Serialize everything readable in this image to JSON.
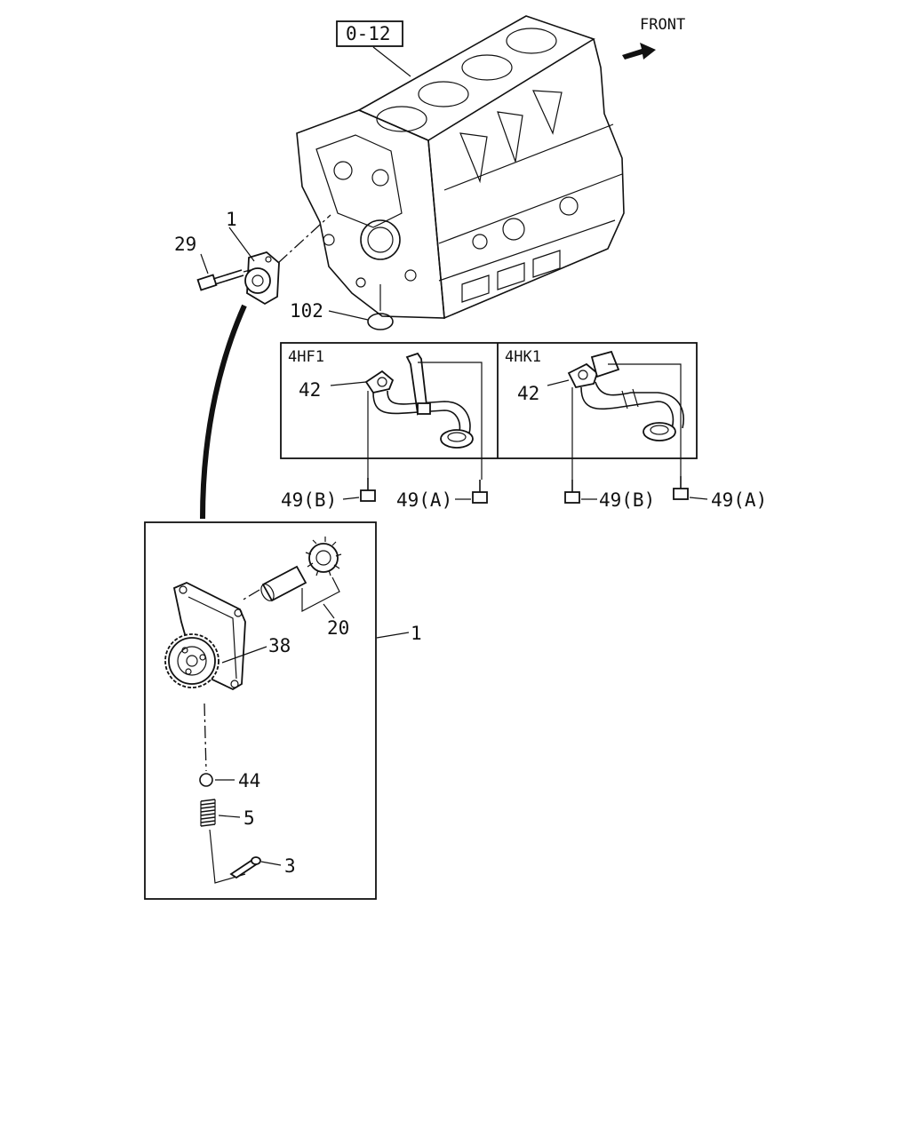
{
  "ref_box": "0-12",
  "front_label": "FRONT",
  "variants": {
    "left": "4HF1",
    "right": "4HK1"
  },
  "callouts": {
    "pump_assembly": "1",
    "pump_assembly_detail": "1",
    "bolt": "29",
    "o_ring": "102",
    "strainer_left": "42",
    "strainer_right": "42",
    "bolt_b_left": "49(B)",
    "bolt_a_left": "49(A)",
    "bolt_b_right": "49(B)",
    "bolt_a_right": "49(A)",
    "shaft_gear": "20",
    "drive_gear": "38",
    "ball": "44",
    "spring": "5",
    "pin": "3"
  },
  "icons": [
    "front-arrow-icon"
  ]
}
